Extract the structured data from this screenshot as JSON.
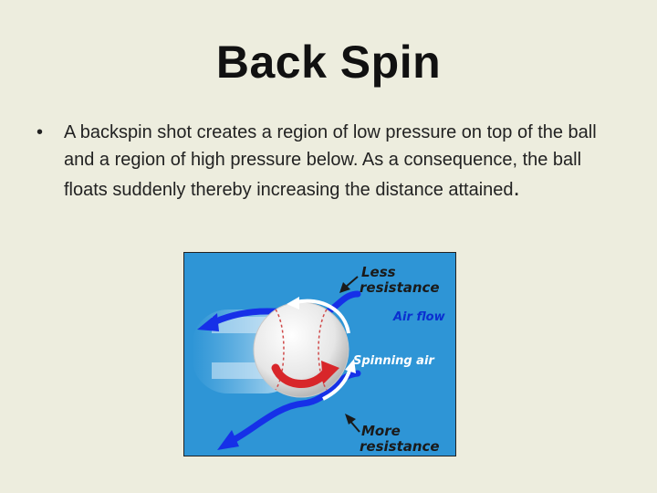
{
  "slide": {
    "title": "Back Spin",
    "bullet_symbol": "•",
    "bullet_text": "A backspin shot creates a region of low pressure on top of the ball and a region of high pressure below. As a consequence, the ball floats suddenly thereby increasing the distance attained",
    "bullet_period": "."
  },
  "figure": {
    "labels": {
      "less": "Less",
      "less_resistance": "resistance",
      "air_flow": "Air flow",
      "spinning_air": "Spinning air",
      "more": "More",
      "more_resistance": "resistance"
    },
    "colors": {
      "background": "#2e95d6",
      "flow_arrow": "#1630e8",
      "spin_arrow": "#d8262a",
      "spinning_air_arrow": "#ffffff",
      "ball": "#e9e9e9",
      "label_dark": "#1a1a1a",
      "label_blue": "#0a2fd0"
    },
    "icons": [
      "airflow-arrow-icon",
      "spin-arrow-icon",
      "pointer-arrow-icon",
      "baseball-icon"
    ]
  }
}
